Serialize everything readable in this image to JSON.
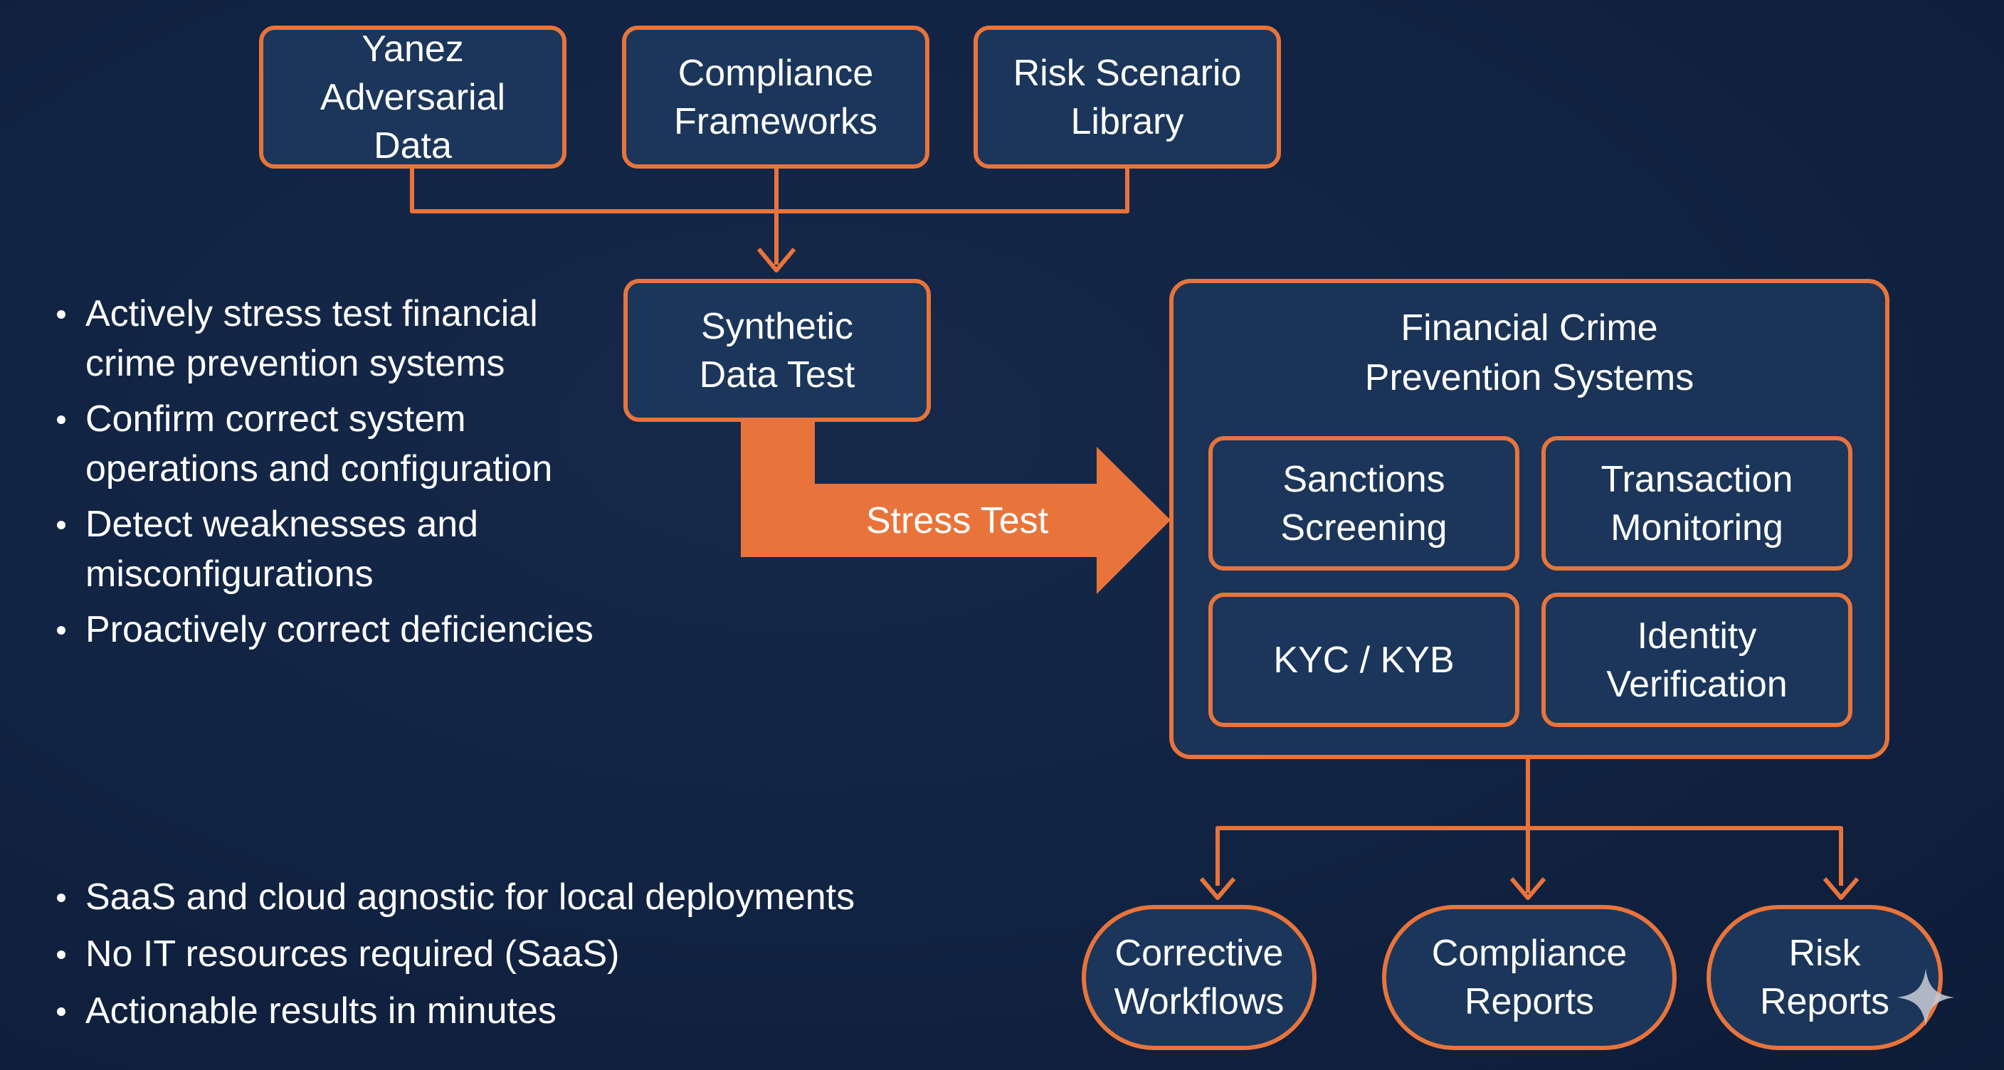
{
  "inputs": [
    {
      "lines": [
        "Yanez",
        "Adversarial",
        "Data"
      ]
    },
    {
      "lines": [
        "Compliance",
        "Frameworks"
      ]
    },
    {
      "lines": [
        "Risk Scenario",
        "Library"
      ]
    }
  ],
  "synthetic": {
    "lines": [
      "Synthetic",
      "Data Test"
    ]
  },
  "stress_label": "Stress Test",
  "system": {
    "title_lines": [
      "Financial Crime",
      "Prevention Systems"
    ],
    "modules": [
      {
        "lines": [
          "Sanctions",
          "Screening"
        ]
      },
      {
        "lines": [
          "Transaction",
          "Monitoring"
        ]
      },
      {
        "lines": [
          "KYC / KYB"
        ]
      },
      {
        "lines": [
          "Identity",
          "Verification"
        ]
      }
    ]
  },
  "outputs": [
    {
      "lines": [
        "Corrective",
        "Workflows"
      ]
    },
    {
      "lines": [
        "Compliance",
        "Reports"
      ]
    },
    {
      "lines": [
        "Risk",
        "Reports"
      ]
    }
  ],
  "bullets_top": [
    {
      "lines": [
        "Actively stress test financial",
        "crime prevention systems"
      ]
    },
    {
      "lines": [
        "Confirm correct system",
        "operations and configuration"
      ]
    },
    {
      "lines": [
        "Detect weaknesses and",
        "misconfigurations"
      ]
    },
    {
      "lines": [
        "Proactively correct deficiencies"
      ]
    }
  ],
  "bullets_bottom": [
    {
      "lines": [
        "SaaS and cloud agnostic for local deployments"
      ]
    },
    {
      "lines": [
        "No IT resources required (SaaS)"
      ]
    },
    {
      "lines": [
        "Actionable results in minutes"
      ]
    }
  ],
  "colors": {
    "accent": "#e8743b",
    "box_fill": "#1b365a",
    "background": "#112342",
    "text": "#ffffff"
  },
  "icons": [
    "sparkle-icon"
  ]
}
